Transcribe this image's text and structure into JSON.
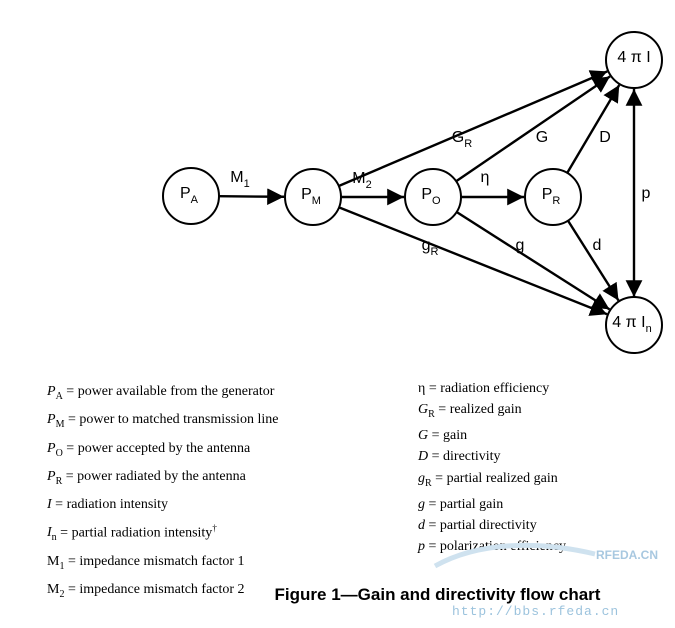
{
  "diagram": {
    "nodes": [
      {
        "id": "PA",
        "main": "P",
        "sub": "A"
      },
      {
        "id": "PM",
        "main": "P",
        "sub": "M"
      },
      {
        "id": "PO",
        "main": "P",
        "sub": "O"
      },
      {
        "id": "PR",
        "main": "P",
        "sub": "R"
      },
      {
        "id": "I4",
        "main": "4 π I",
        "sub": ""
      },
      {
        "id": "In4",
        "main": "4 π I",
        "sub": "n"
      }
    ],
    "edges": [
      {
        "from": "PA",
        "to": "PM",
        "label": "M",
        "sub": "1"
      },
      {
        "from": "PM",
        "to": "PO",
        "label": "M",
        "sub": "2"
      },
      {
        "from": "PO",
        "to": "PR",
        "label": "η",
        "sub": ""
      },
      {
        "from": "PM",
        "to": "I4",
        "label": "G",
        "sub": "R"
      },
      {
        "from": "PO",
        "to": "I4",
        "label": "G",
        "sub": ""
      },
      {
        "from": "PR",
        "to": "I4",
        "label": "D",
        "sub": ""
      },
      {
        "from": "PM",
        "to": "In4",
        "label": "g",
        "sub": "R"
      },
      {
        "from": "PO",
        "to": "In4",
        "label": "g",
        "sub": ""
      },
      {
        "from": "PR",
        "to": "In4",
        "label": "d",
        "sub": ""
      },
      {
        "from": "In4",
        "to": "I4",
        "label": "p",
        "sub": "",
        "bidirectional": true
      }
    ]
  },
  "legend_left": [
    {
      "sym": "P",
      "sub": "A",
      "text": " = power available from the generator"
    },
    {
      "sym": "P",
      "sub": "M",
      "text": " = power to matched transmission line"
    },
    {
      "sym": "P",
      "sub": "O",
      "text": " = power accepted by the antenna"
    },
    {
      "sym": "P",
      "sub": "R",
      "text": " = power radiated by the antenna"
    },
    {
      "sym": "I",
      "sub": "",
      "text": " = radiation intensity"
    },
    {
      "sym": "I",
      "sub": "n",
      "sup": "†",
      "text": " = partial radiation intensity"
    },
    {
      "sym": "M",
      "sub": "1",
      "plain": true,
      "text": " = impedance mismatch factor 1"
    },
    {
      "sym": "M",
      "sub": "2",
      "plain": true,
      "text": " = impedance mismatch factor 2"
    }
  ],
  "legend_right": [
    {
      "sym": "η",
      "sub": "",
      "plain": true,
      "text": " = radiation efficiency"
    },
    {
      "sym": "G",
      "sub": "R",
      "text": " = realized gain"
    },
    {
      "sym": "G",
      "sub": "",
      "text": " = gain"
    },
    {
      "sym": "D",
      "sub": "",
      "text": " = directivity"
    },
    {
      "sym": "g",
      "sub": "R",
      "text": " = partial realized gain"
    },
    {
      "sym": "g",
      "sub": "",
      "text": " = partial gain"
    },
    {
      "sym": "d",
      "sub": "",
      "text": " = partial directivity"
    },
    {
      "sym": "p",
      "sub": "",
      "text": " = polarization efficiency"
    }
  ],
  "caption": "Figure 1—Gain and directivity flow chart",
  "watermark": {
    "url": "http://bbs.rfeda.cn",
    "logo": "RFEDA.CN"
  }
}
